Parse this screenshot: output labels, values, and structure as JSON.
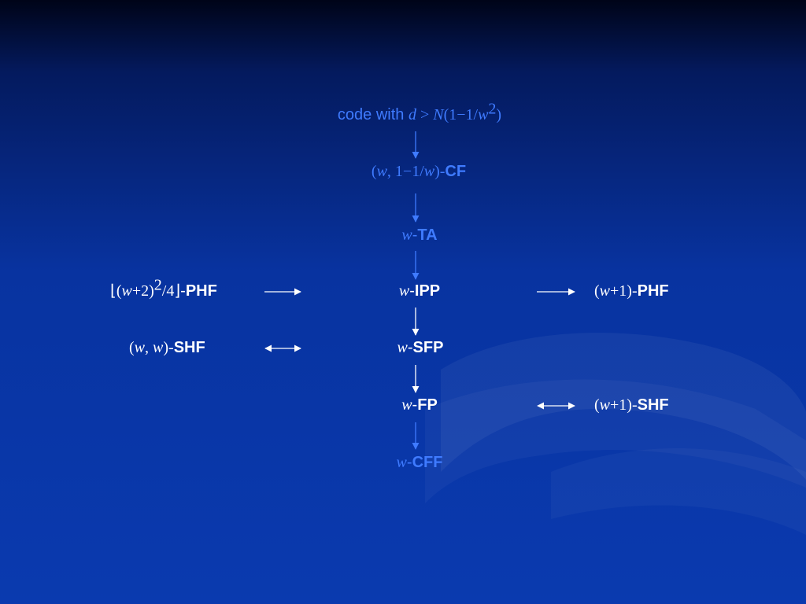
{
  "colors": {
    "accent_blue": "#3f7bff",
    "text_white": "#ffffff"
  },
  "nodes": {
    "code": {
      "pre": "code with ",
      "d": "d",
      "gt": " > ",
      "N": "N",
      "paren": "(1−1/",
      "w": "w",
      "exp": "2",
      "close": ")"
    },
    "cf": {
      "open": "(",
      "w1": "w",
      "mid": ", 1−1/",
      "w2": "w",
      "close": ")-",
      "abbr": "CF"
    },
    "ta": {
      "w": "w",
      "dash": "-",
      "abbr": "TA"
    },
    "ipp": {
      "w": "w",
      "dash": "-",
      "abbr": "IPP"
    },
    "sfp": {
      "w": "w",
      "dash": "-",
      "abbr": "SFP"
    },
    "fp": {
      "w": "w",
      "dash": "-",
      "abbr": "FP"
    },
    "cff": {
      "w": "w",
      "dash": "-",
      "abbr": "CFF"
    },
    "phf_left": {
      "floor_open": "⌊",
      "open": "(",
      "w": "w",
      "plus": "+2)",
      "exp": "2",
      "div": "/4",
      "floor_close": "⌋",
      "dash": "-",
      "abbr": "PHF"
    },
    "shf_left": {
      "open": "(",
      "w1": "w",
      "comma": ", ",
      "w2": "w",
      "close": ")-",
      "abbr": "SHF"
    },
    "phf_right": {
      "open": "(",
      "w": "w",
      "plus": "+1)-",
      "abbr": "PHF"
    },
    "shf_right": {
      "open": "(",
      "w": "w",
      "plus": "+1)-",
      "abbr": "SHF"
    }
  }
}
